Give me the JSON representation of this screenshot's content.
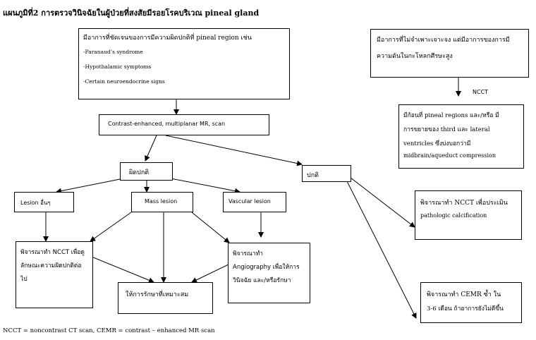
{
  "title": "แผนภูมิที่2    การตรวจวินิจฉัยในผู้ป่วยที่สงสัยมีรอยโรคบริเวณ pineal gland",
  "nodes": {
    "symptoms": {
      "heading": "มีอาการที่ชัดเจนของการมีความผิดปกติที่ pineal region เช่น",
      "items": [
        "-Paranaud’s syndrome",
        "-Hypothalamic symptoms",
        "-Certain neuroendocrine signs"
      ]
    },
    "nonspecific": {
      "lines": [
        "มีอาการที่ไม่จำเพาะเจาะจง แต่มีอาการของการมี",
        "ความดันในกะโหลกศีรษะสูง"
      ]
    },
    "ncct_label": "NCCT",
    "pineal_mass": {
      "lines": [
        "มีก้อนที่ pineal regions และ/หรือ มี",
        "การขยายของ third และ lateral",
        "ventricles ซึ่งบ่งบอกว่ามี",
        "midbrain/aqueduct compression"
      ]
    },
    "contrast_mr": "Contrast-enhanced, multiplanar MR, scan",
    "abnormal": "ผิดปกติ",
    "normal": "ปกติ",
    "lesion_other": "Lesion อื่นๆ",
    "mass_lesion": "Mass lesion",
    "vascular_lesion": "Vascular lesion",
    "ncct_further": {
      "lines": [
        "พิจารณาทำ NCCT เพื่อดู",
        "ลักษณะความผิดปกติต่อ",
        "ไป"
      ]
    },
    "angiography": {
      "lines": [
        "พิจารณาทำ",
        "Angiography เพื่อให้การ",
        "วินิจฉัย และ/หรือรักษา"
      ]
    },
    "treatment": "ให้การรักษาที่เหมาะสม",
    "ncct_calc": {
      "lines": [
        "พิจารณาทำ NCCT เพื่อประเมิน",
        "pathologic calcification"
      ]
    },
    "cemr_repeat": {
      "lines": [
        "พิจารณาทำ CEMR ซ้ำ    ใน",
        "3-6 เดือน ถ้าอาการยังไม่ดีขึ้น"
      ]
    }
  },
  "footnote": "NCCT = noncontrast CT scan,  CEMR = contrast – enhanced MR scan"
}
